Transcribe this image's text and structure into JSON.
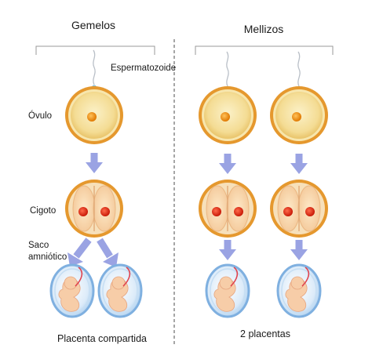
{
  "sections": {
    "identical": {
      "title": "Gemelos",
      "footer": "Placenta compartida"
    },
    "fraternal": {
      "title": "Mellizos",
      "footer": "2 placentas"
    }
  },
  "labels": {
    "sperm": "Espermatozoide",
    "ovum": "Óvulo",
    "zygote": "Cigoto",
    "amniotic_sac": "Saco amniótico"
  },
  "colors": {
    "egg_outer": "#e8a13a",
    "egg_inner": "#f6e3a3",
    "nucleus_orange": "#f08a10",
    "nucleus_red": "#e22a14",
    "arrow": "#9aa3e3",
    "sac_blue": "#8cbbe6",
    "embryo_skin": "#f5c9a3"
  }
}
